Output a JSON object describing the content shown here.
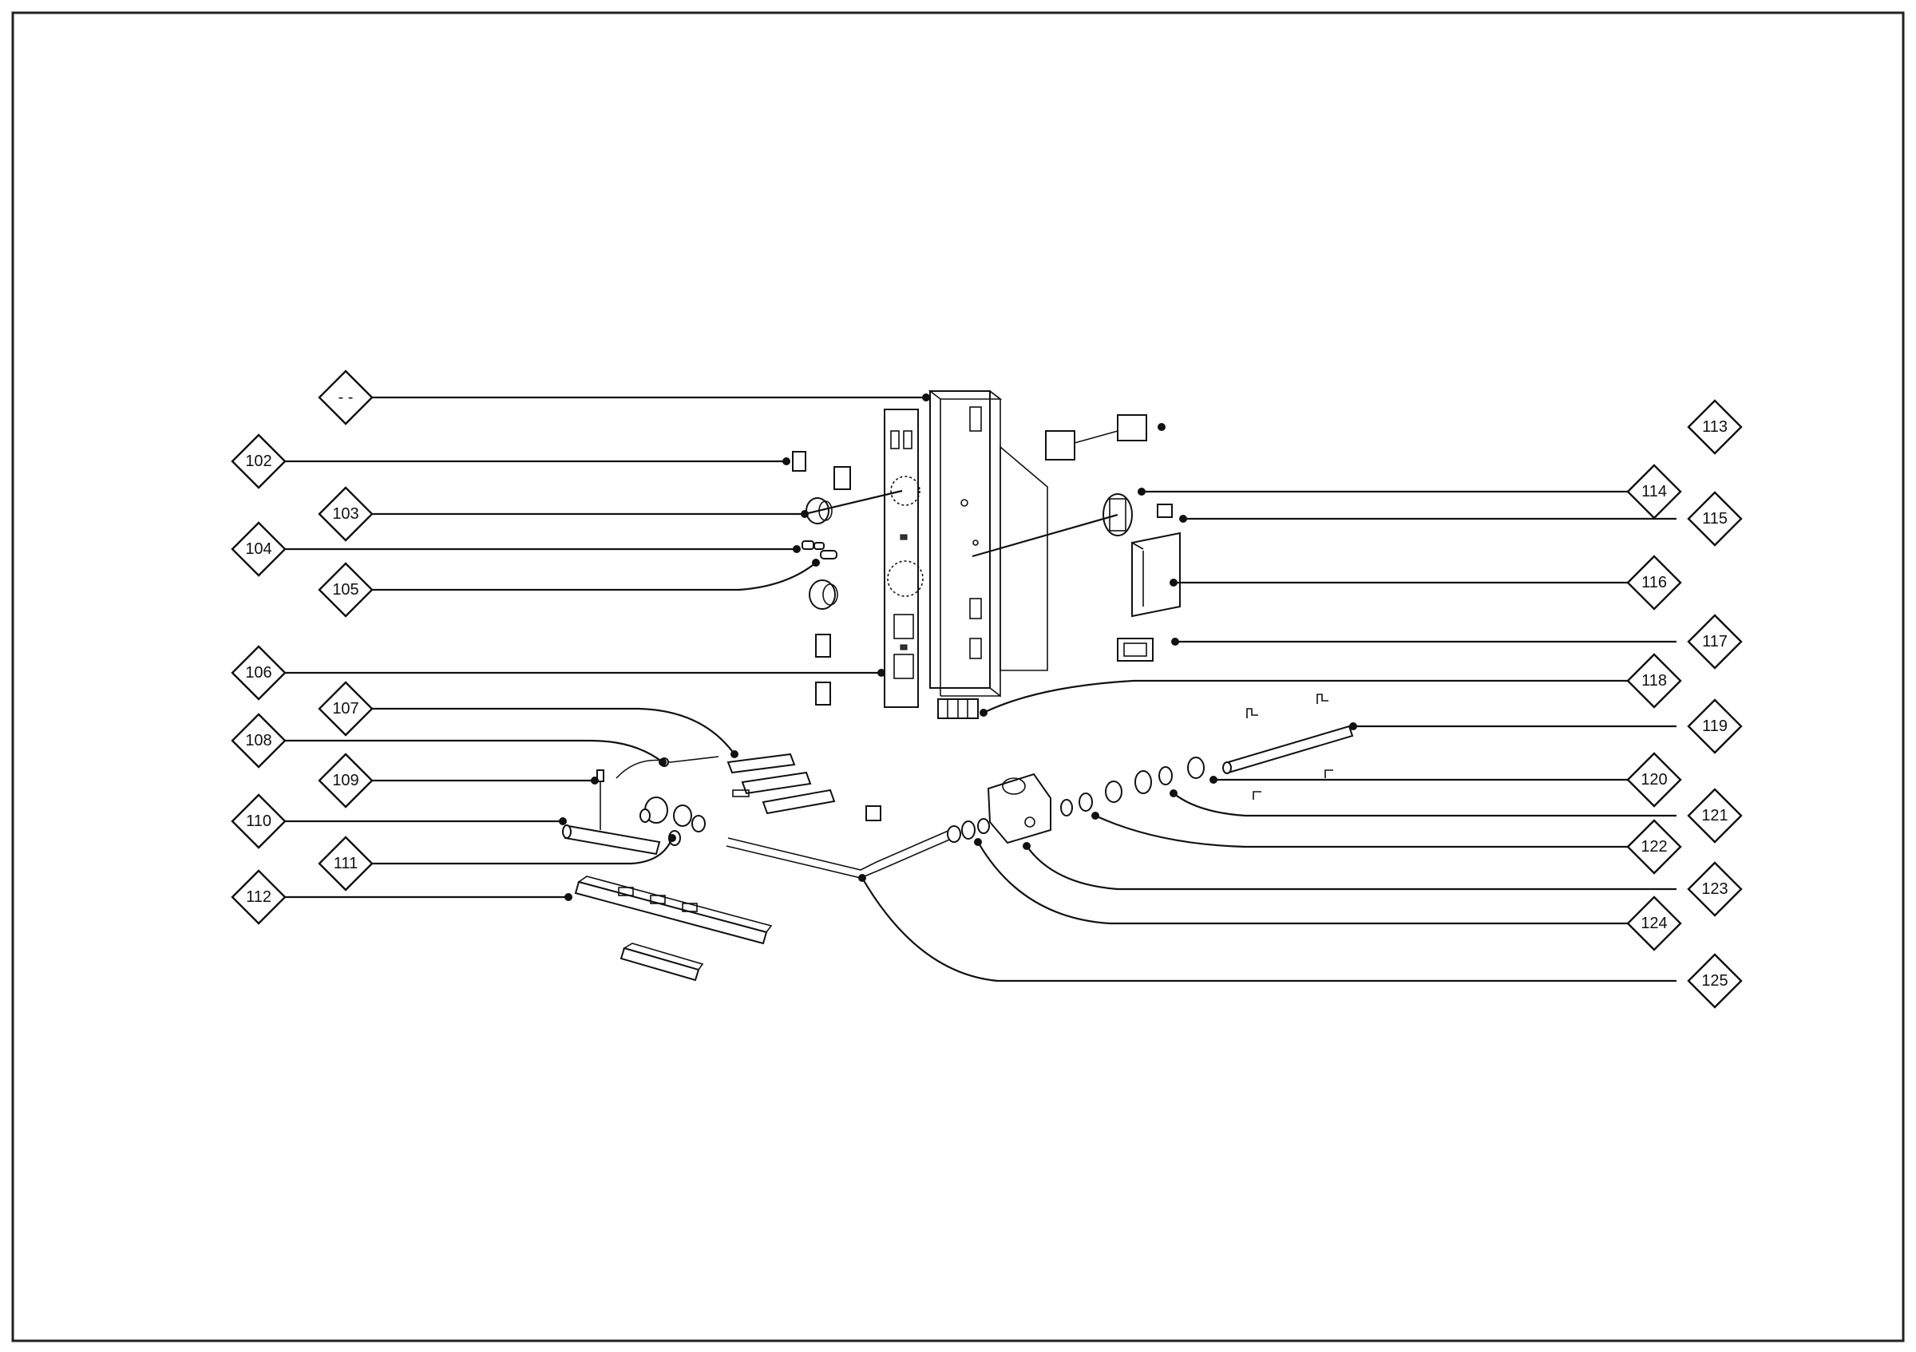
{
  "diagram": {
    "callouts": [
      {
        "id": "blank",
        "label": "- -"
      },
      {
        "id": "102",
        "label": "102"
      },
      {
        "id": "103",
        "label": "103"
      },
      {
        "id": "104",
        "label": "104"
      },
      {
        "id": "105",
        "label": "105"
      },
      {
        "id": "106",
        "label": "106"
      },
      {
        "id": "107",
        "label": "107"
      },
      {
        "id": "108",
        "label": "108"
      },
      {
        "id": "109",
        "label": "109"
      },
      {
        "id": "110",
        "label": "110"
      },
      {
        "id": "111",
        "label": "111"
      },
      {
        "id": "112",
        "label": "112"
      },
      {
        "id": "113",
        "label": "113"
      },
      {
        "id": "114",
        "label": "114"
      },
      {
        "id": "115",
        "label": "115"
      },
      {
        "id": "116",
        "label": "116"
      },
      {
        "id": "117",
        "label": "117"
      },
      {
        "id": "118",
        "label": "118"
      },
      {
        "id": "119",
        "label": "119"
      },
      {
        "id": "120",
        "label": "120"
      },
      {
        "id": "121",
        "label": "121"
      },
      {
        "id": "122",
        "label": "122"
      },
      {
        "id": "123",
        "label": "123"
      },
      {
        "id": "124",
        "label": "124"
      },
      {
        "id": "125",
        "label": "125"
      }
    ]
  }
}
